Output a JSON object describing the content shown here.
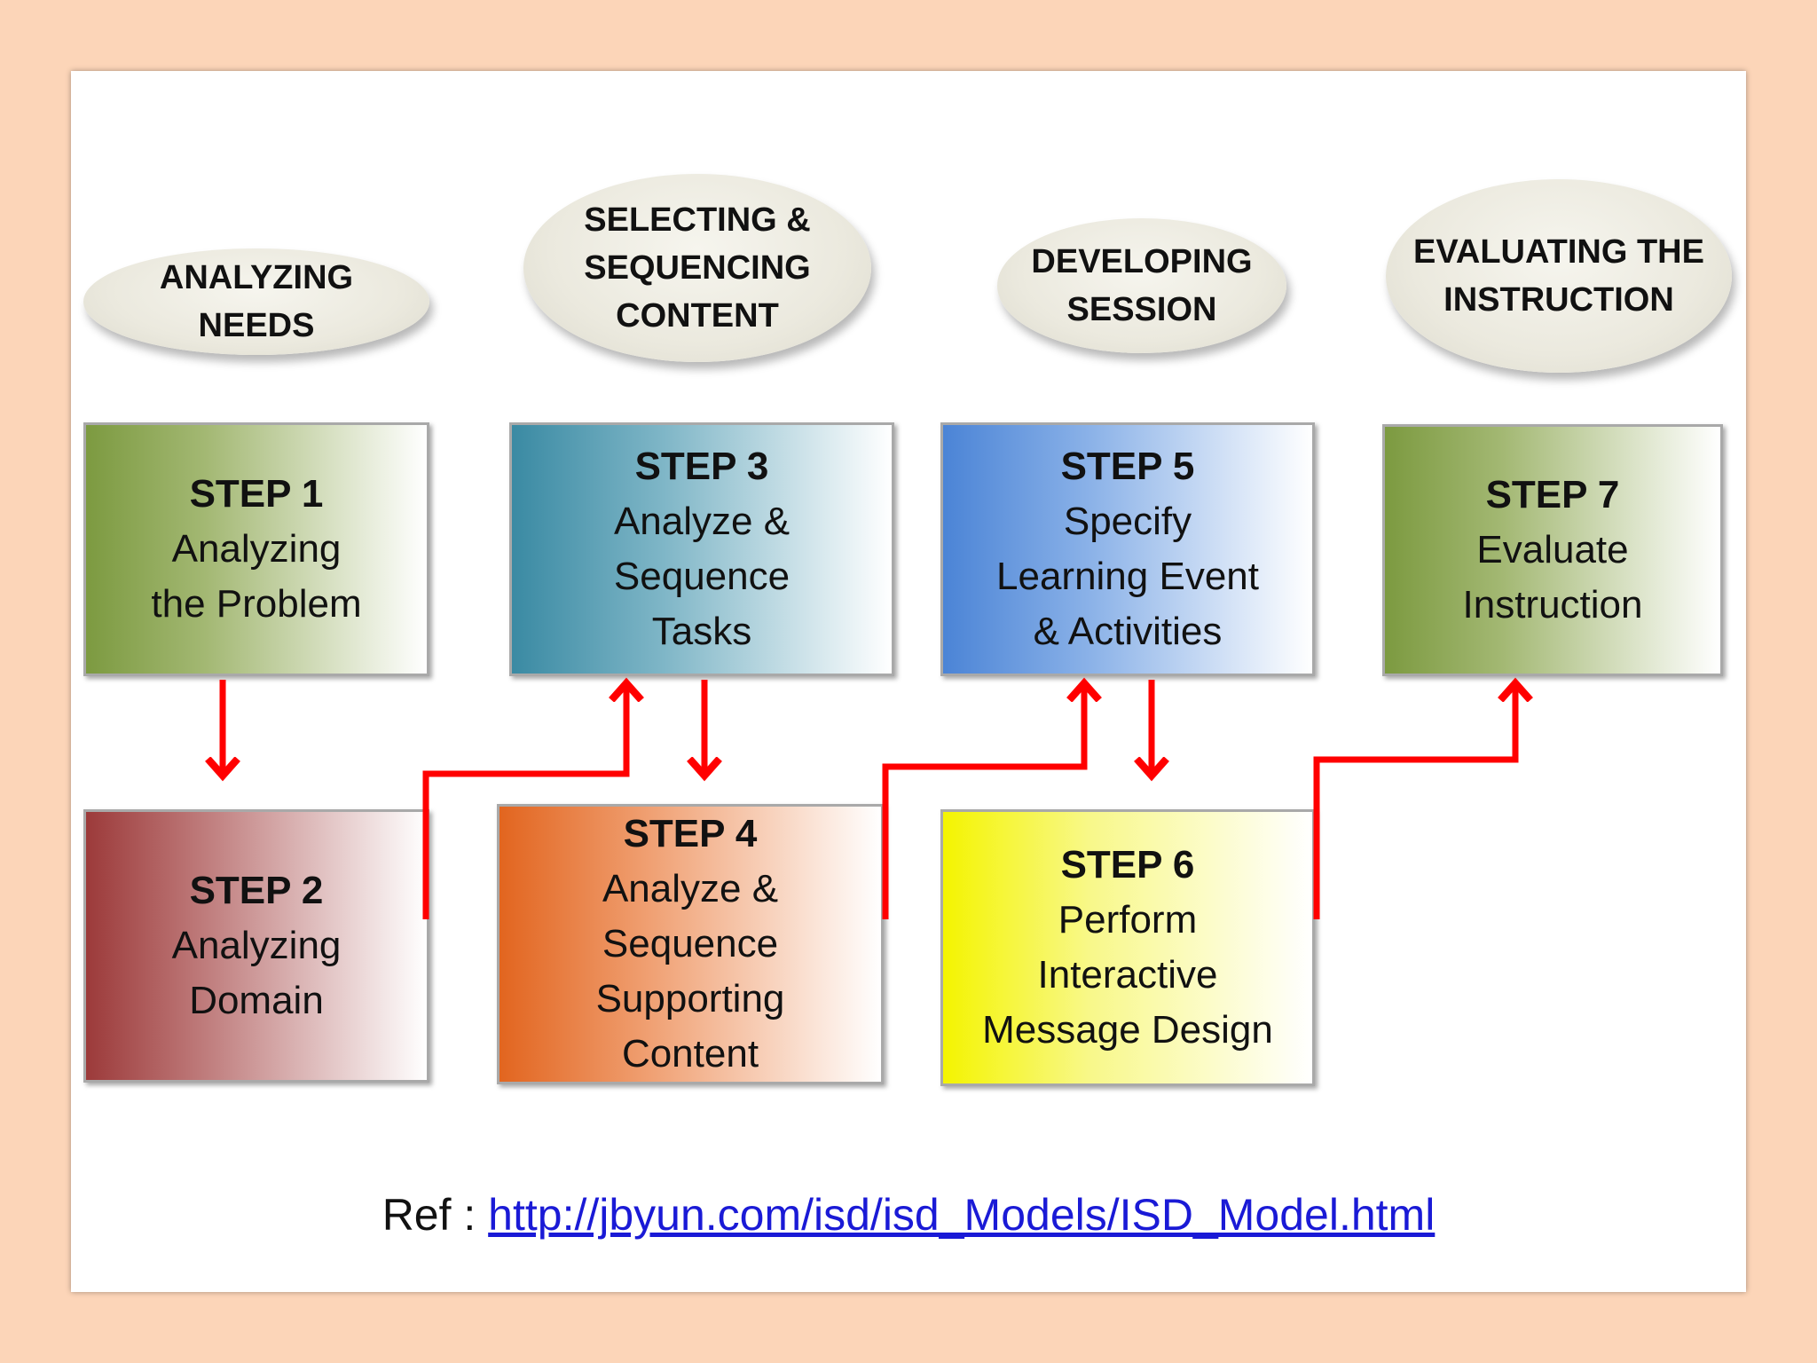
{
  "phases": [
    {
      "id": "analyzing-needs",
      "lines": [
        "ANALYZING",
        "NEEDS"
      ]
    },
    {
      "id": "selecting-sequencing",
      "lines": [
        "SELECTING &",
        "SEQUENCING",
        "CONTENT"
      ]
    },
    {
      "id": "developing-session",
      "lines": [
        "DEVELOPING",
        "SESSION"
      ]
    },
    {
      "id": "evaluating-instruction",
      "lines": [
        "EVALUATING THE",
        "INSTRUCTION"
      ]
    }
  ],
  "steps": [
    {
      "step": "STEP 1",
      "lines": [
        "Analyzing",
        "the Problem"
      ],
      "color": "#7c9a40"
    },
    {
      "step": "STEP 2",
      "lines": [
        "Analyzing",
        "Domain"
      ],
      "color": "#9c3a3a"
    },
    {
      "step": "STEP 3",
      "lines": [
        "Analyze &",
        "Sequence",
        "Tasks"
      ],
      "color": "#3a8aa3"
    },
    {
      "step": "STEP 4",
      "lines": [
        "Analyze &",
        "Sequence",
        "Supporting",
        "Content"
      ],
      "color": "#e2651f"
    },
    {
      "step": "STEP 5",
      "lines": [
        "Specify",
        "Learning Event",
        "& Activities"
      ],
      "color": "#4b84d6"
    },
    {
      "step": "STEP 6",
      "lines": [
        "Perform",
        "Interactive",
        "Message Design"
      ],
      "color": "#f4f400"
    },
    {
      "step": "STEP 7",
      "lines": [
        "Evaluate",
        "Instruction"
      ],
      "color": "#7c9a40"
    }
  ],
  "connector_color": "#ff0000",
  "reference": {
    "label": "Ref : ",
    "url": "http://jbyun.com/isd/isd_Models/ISD_Model.html"
  }
}
